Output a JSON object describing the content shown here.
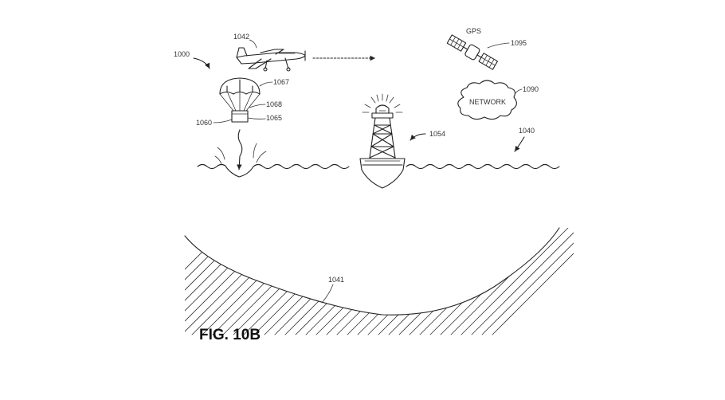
{
  "figure": {
    "caption": "FIG. 10B",
    "ref_1000": "1000",
    "ref_1042": "1042",
    "ref_1067": "1067",
    "ref_1068": "1068",
    "ref_1060": "1060",
    "ref_1065": "1065",
    "ref_1054": "1054",
    "ref_1040": "1040",
    "ref_1090": "1090",
    "ref_1095": "1095",
    "ref_1041": "1041",
    "gps_label": "GPS",
    "network_label": "NETWORK"
  }
}
